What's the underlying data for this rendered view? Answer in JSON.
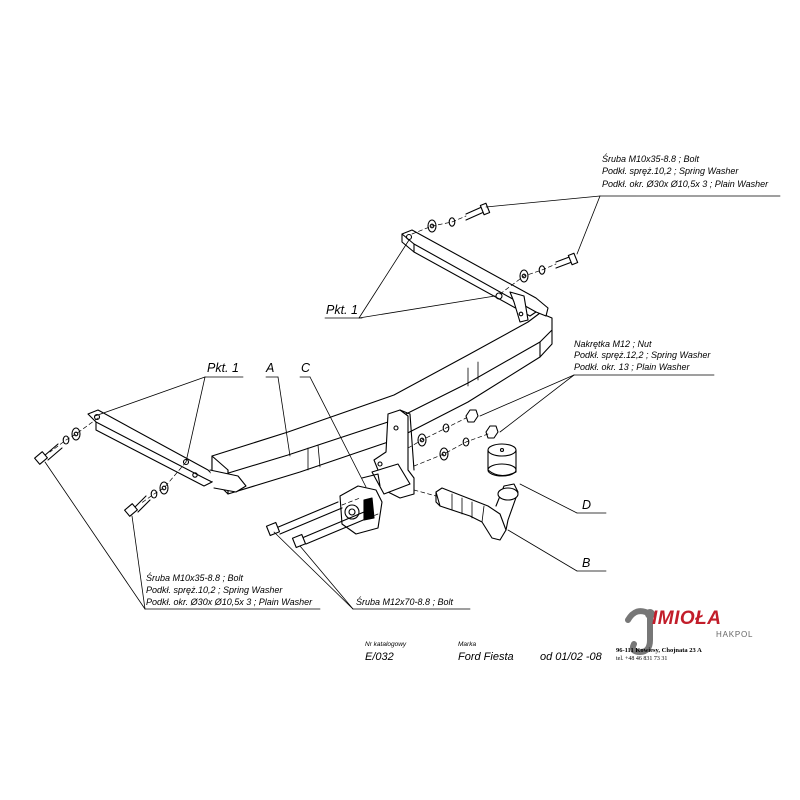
{
  "callouts": {
    "top_right": {
      "line1": "Śruba M10x35-8.8 ;  Bolt",
      "line2": "Podkł. spręż.10,2 ; Spring Washer",
      "line3": "Podkł. okr.  Ø30x Ø10,5x 3 ; Plain Washer"
    },
    "nut_group": {
      "line1": "Nakrętka  M12 ; Nut",
      "line2": "Podkł. spręż.12,2 ; Spring Washer",
      "line3": "Podkł. okr. 13 ; Plain Washer"
    },
    "bottom_left": {
      "line1": "Śruba M10x35-8.8 ;  Bolt",
      "line2": "Podkł. spręż.10,2 ; Spring Washer",
      "line3": "Podkł. okr.  Ø30x Ø10,5x 3 ; Plain Washer"
    },
    "long_bolt": "Śruba M12x70-8.8 ;  Bolt"
  },
  "labels": {
    "pkt_upper": "Pkt. 1",
    "pkt_left": "Pkt. 1",
    "A": "A",
    "B": "B",
    "C": "C",
    "D": "D"
  },
  "info": {
    "catalog_caption": "Nr katalogowy",
    "catalog_value": "E/032",
    "make_caption": "Marka",
    "make_value": "Ford Fiesta",
    "years": "od 01/02 -08"
  },
  "brand": {
    "name": "IMIOŁA",
    "sub": "HAKPOL",
    "address": "96-111 Kowiesy, Chojnata 23 A",
    "phone": "tel. +48 46 831 73 31",
    "accent_color": "#c21d2a"
  }
}
